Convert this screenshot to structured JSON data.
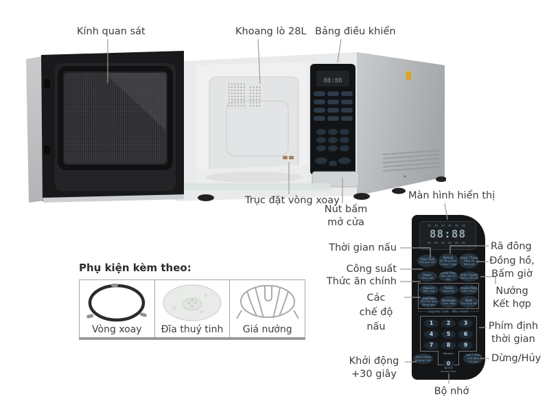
{
  "callouts": {
    "viewing_glass": "Kính quan sát",
    "cavity": "Khoang lò 28L",
    "control_panel": "Bảng điều khiển",
    "turntable_shaft": "Trục đặt vòng xoay",
    "door_button": "Nút bấm\nmở cửa",
    "display": "Màn hình hiển thị",
    "cook_time": "Thời gian nấu",
    "power": "Công suất",
    "main_food": "Thức ăn chính",
    "cook_modes": "Các\nchế độ\nnấu",
    "start_30s": "Khởi động\n+30 giây",
    "defrost": "Rã đông",
    "clock_timer": "Đồng hồ,\nBấm giờ",
    "grill_combi": "Nướng\nKết hợp",
    "time_keys": "Phím định\nthời gian",
    "stop_cancel": "Dừng/Hủy",
    "memory": "Bộ nhớ"
  },
  "accessories": {
    "title": "Phụ kiện kèm theo:",
    "items": [
      {
        "label": "Vòng xoay",
        "icon": "turntable-ring-icon"
      },
      {
        "label": "Đĩa thuý tinh",
        "icon": "glass-plate-icon"
      },
      {
        "label": "Giá nướng",
        "icon": "grill-rack-icon"
      }
    ]
  },
  "panel": {
    "display_value": "88:88",
    "express_header": "Express Cook - Nấu nhanh",
    "rows": [
      [
        {
          "en": "Time Cook",
          "vi": "Thời gian nấu"
        },
        {
          "en": "Defrost",
          "vi": "Rã đông theo\nT.lượng / T.gian"
        },
        {
          "en": "Clock / Timer",
          "vi": "Đồng hồ\nBấm giờ"
        }
      ],
      [
        {
          "en": "Power",
          "vi": "Công suất"
        },
        {
          "en": "Dinner Plate",
          "vi": "Nấu món ăn sẵn"
        },
        {
          "en": "Grill / Combi",
          "vi": "Nướng / kết hợp"
        }
      ],
      [
        {
          "en": "Popcorn",
          "vi": "Bắp rang"
        },
        {
          "en": "Potato",
          "vi": "Khoai tây"
        },
        {
          "en": "Frozen Pizza",
          "vi": "Bánh Pizza"
        }
      ],
      [
        {
          "en": "Vegetable",
          "vi": "Rau (Củ quả)\nĐông lạnh"
        },
        {
          "en": "Beverage",
          "vi": "Thức uống"
        },
        {
          "en": "Meat",
          "vi": "Thịt động vật"
        }
      ]
    ],
    "keys": [
      "1",
      "2",
      "3",
      "4",
      "5",
      "6",
      "7",
      "8",
      "9"
    ],
    "memory_key": {
      "en": "Memory",
      "key": "0",
      "vi": "Bộ nhớ\nchương trình"
    },
    "stop_key": {
      "en": "Stop / Cancel",
      "vi": "Dừng lại / Hủy"
    },
    "start_key": {
      "en": "Start + 30sec",
      "vi": "Khởi động\n+30 giây"
    }
  }
}
